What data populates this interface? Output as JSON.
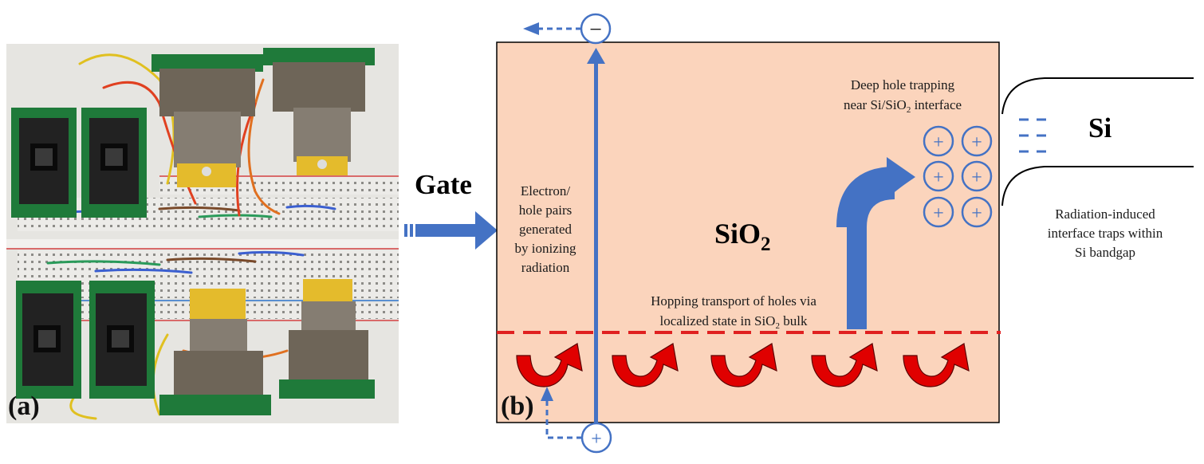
{
  "panel_a": {
    "label": "(a)"
  },
  "panel_b": {
    "label": "(b)",
    "gate_label": "Gate",
    "oxide_label": "SiO",
    "oxide_subscript": "2",
    "si_label": "Si",
    "electron_symbol": "−",
    "hole_symbol": "+",
    "text_pairs": [
      "Electron/",
      "hole pairs",
      "generated",
      "by ionizing",
      "radiation"
    ],
    "text_trap": [
      "Deep hole trapping",
      "near Si/SiO",
      "2",
      " interface"
    ],
    "text_hopping": [
      "Hopping transport of holes via",
      "localized state in SiO",
      "2",
      " bulk"
    ],
    "text_interface": [
      "Radiation-induced",
      "interface traps within",
      "Si bandgap"
    ]
  },
  "colors": {
    "oxide_fill": "#fbd4bc",
    "blue": "#4472c4",
    "red_dash": "#e02020",
    "hop_arrow": "#e00000"
  }
}
